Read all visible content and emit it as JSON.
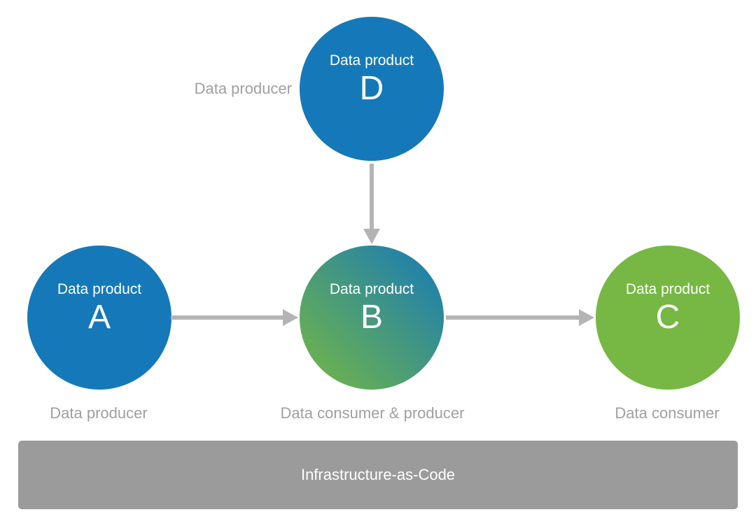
{
  "colors": {
    "producer_blue": "#1579b9",
    "consumer_green": "#76b843",
    "gradient_blue_green": "linear green-to-blue",
    "arrow_gray": "#b4b4b4",
    "bar_gray": "#9b9b9b",
    "label_gray": "#a0a0a0",
    "node_text_white": "#ffffff"
  },
  "nodes": {
    "d": {
      "title": "Data product",
      "letter": "D",
      "role": "Data producer"
    },
    "a": {
      "title": "Data product",
      "letter": "A",
      "role": "Data producer"
    },
    "b": {
      "title": "Data product",
      "letter": "B",
      "role": "Data consumer & producer"
    },
    "c": {
      "title": "Data product",
      "letter": "C",
      "role": "Data consumer"
    }
  },
  "edges": [
    {
      "from": "D",
      "to": "B"
    },
    {
      "from": "A",
      "to": "B"
    },
    {
      "from": "B",
      "to": "C"
    }
  ],
  "footer": {
    "label": "Infrastructure-as-Code"
  }
}
